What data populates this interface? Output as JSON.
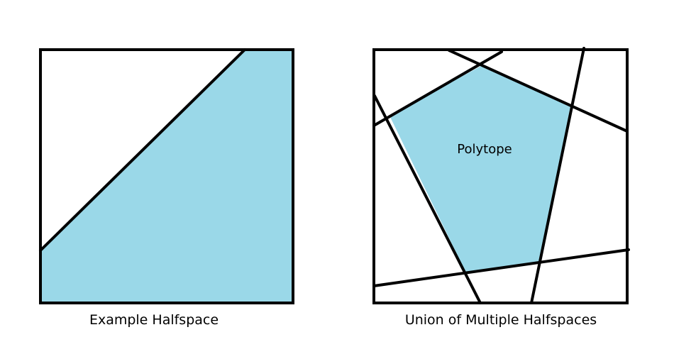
{
  "figure": {
    "fill_color": "#9ad8e8",
    "stroke_color": "#000000",
    "left_panel": {
      "caption": "Example Halfspace"
    },
    "right_panel": {
      "caption": "Union of Multiple Halfspaces",
      "region_label": "Polytope"
    }
  }
}
